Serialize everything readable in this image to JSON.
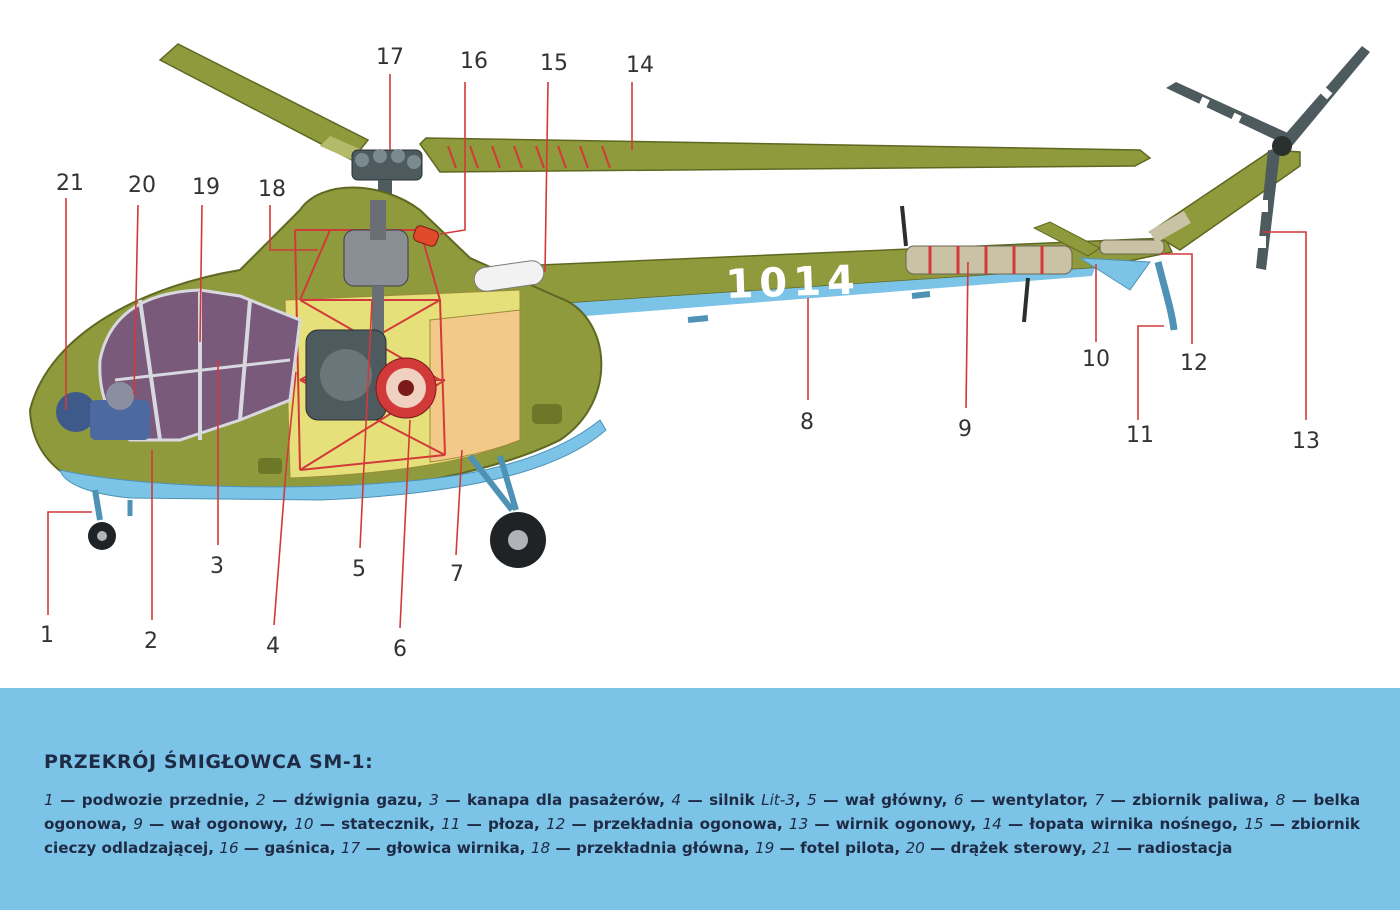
{
  "aircraft_marking": "1014",
  "callouts": [
    {
      "number": "1"
    },
    {
      "number": "2"
    },
    {
      "number": "3"
    },
    {
      "number": "4"
    },
    {
      "number": "5"
    },
    {
      "number": "6"
    },
    {
      "number": "7"
    },
    {
      "number": "8"
    },
    {
      "number": "9"
    },
    {
      "number": "10"
    },
    {
      "number": "11"
    },
    {
      "number": "12"
    },
    {
      "number": "13"
    },
    {
      "number": "14"
    },
    {
      "number": "15"
    },
    {
      "number": "16"
    },
    {
      "number": "17"
    },
    {
      "number": "18"
    },
    {
      "number": "19"
    },
    {
      "number": "20"
    },
    {
      "number": "21"
    }
  ],
  "caption": {
    "title": "PRZEKRÓJ ŚMIGŁOWCA SM-1:",
    "legend": [
      {
        "n": "1",
        "text": "podwozie przednie"
      },
      {
        "n": "2",
        "text": "dźwignia gazu"
      },
      {
        "n": "3",
        "text": "kanapa dla pasażerów"
      },
      {
        "n": "4",
        "text": "silnik",
        "italic": "Lit-3"
      },
      {
        "n": "5",
        "text": "wał główny"
      },
      {
        "n": "6",
        "text": "wentylator"
      },
      {
        "n": "7",
        "text": "zbiornik paliwa"
      },
      {
        "n": "8",
        "text": "belka ogonowa"
      },
      {
        "n": "9",
        "text": "wał ogonowy"
      },
      {
        "n": "10",
        "text": "statecznik"
      },
      {
        "n": "11",
        "text": "płoza"
      },
      {
        "n": "12",
        "text": "przekładnia ogonowa"
      },
      {
        "n": "13",
        "text": "wirnik ogonowy"
      },
      {
        "n": "14",
        "text": "łopata wirnika nośnego"
      },
      {
        "n": "15",
        "text": "zbiornik cieczy odladzającej"
      },
      {
        "n": "16",
        "text": "gaśnica"
      },
      {
        "n": "17",
        "text": "głowica wirnika"
      },
      {
        "n": "18",
        "text": "przekładnia główna"
      },
      {
        "n": "19",
        "text": "fotel pilota"
      },
      {
        "n": "20",
        "text": "drążek sterowy"
      },
      {
        "n": "21",
        "text": "radiostacja"
      }
    ]
  },
  "colors": {
    "fuselage_olive": "#8f9a3c",
    "fuselage_shade": "#6d7728",
    "belly_blue": "#7cc3e8",
    "cutaway_yellow": "#e6e07a",
    "fuel_tank": "#f3c98a",
    "leader_red": "#d23a3a",
    "caption_band": "#7cc3e8",
    "caption_text": "#1f2a44"
  }
}
